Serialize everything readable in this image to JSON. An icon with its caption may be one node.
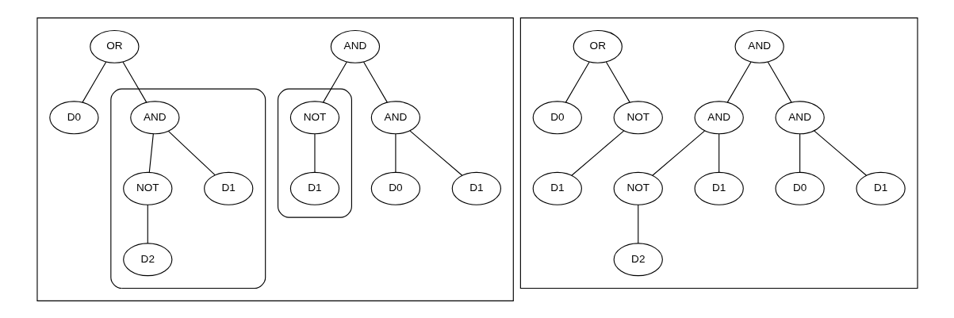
{
  "diagram": {
    "nodes": [
      {
        "text": [],
        "shape": "box"
      },
      {
        "text": [
          "AND"
        ],
        "in": 0
      },
      {
        "text": [
          "OR"
        ],
        "in": 0
      },
      {
        "text": [],
        "shape": "polygon",
        "in": 0
      },
      {
        "text": [
          "NOT"
        ],
        "in": 3
      },
      {
        "text": [
          "AND"
        ],
        "in": 0
      },
      {
        "text": [
          "D0"
        ],
        "in": 0
      },
      {
        "text": [],
        "shape": "polygon",
        "in": 0
      },
      {
        "text": [
          "AND"
        ],
        "in": 7
      },
      {
        "text": [
          "D1"
        ],
        "in": 3
      },
      {
        "text": [
          "D0"
        ],
        "in": 0
      },
      {
        "text": [
          "D1"
        ],
        "in": 0
      },
      {
        "text": [
          "NOT"
        ],
        "in": 7
      },
      {
        "text": [
          "D1"
        ],
        "in": 7
      },
      {
        "text": [
          "D2"
        ],
        "in": 7
      },
      {
        "text": [],
        "shape": "box"
      },
      {
        "text": [
          "AND"
        ],
        "in": 15
      },
      {
        "text": [
          "OR"
        ],
        "in": 15
      },
      {
        "text": [
          "AND"
        ],
        "in": 15
      },
      {
        "text": [
          "AND"
        ],
        "in": 15
      },
      {
        "text": [
          "D0"
        ],
        "in": 15
      },
      {
        "text": [
          "NOT"
        ],
        "in": 15
      },
      {
        "text": [
          "NOT"
        ],
        "in": 15
      },
      {
        "text": [
          "D1"
        ],
        "in": 15
      },
      {
        "text": [
          "D0"
        ],
        "in": 15
      },
      {
        "text": [
          "D1"
        ],
        "in": 15
      },
      {
        "text": [
          "D1"
        ],
        "in": 15
      },
      {
        "text": [
          "D2"
        ],
        "in": 15
      }
    ],
    "edges": [
      {
        "from": 1,
        "to": 4,
        "arrow": "none"
      },
      {
        "from": 1,
        "to": 5,
        "arrow": "none"
      },
      {
        "from": 4,
        "to": 9,
        "arrow": "none"
      },
      {
        "from": 5,
        "to": 10,
        "arrow": "none"
      },
      {
        "from": 5,
        "to": 11,
        "arrow": "none"
      },
      {
        "from": 2,
        "to": 6,
        "arrow": "none"
      },
      {
        "from": 2,
        "to": 8,
        "arrow": "none"
      },
      {
        "from": 8,
        "to": 12,
        "arrow": "none"
      },
      {
        "from": 8,
        "to": 13,
        "arrow": "none"
      },
      {
        "from": 12,
        "to": 14,
        "arrow": "none"
      },
      {
        "from": 16,
        "to": 18,
        "arrow": "none"
      },
      {
        "from": 16,
        "to": 19,
        "arrow": "none"
      },
      {
        "from": 18,
        "to": 22,
        "arrow": "none"
      },
      {
        "from": 18,
        "to": 23,
        "arrow": "none"
      },
      {
        "from": 19,
        "to": 24,
        "arrow": "none"
      },
      {
        "from": 19,
        "to": 25,
        "arrow": "none"
      },
      {
        "from": 17,
        "to": 20,
        "arrow": "none"
      },
      {
        "from": 17,
        "to": 21,
        "arrow": "none"
      },
      {
        "from": 21,
        "to": 26,
        "arrow": "none"
      },
      {
        "from": 22,
        "to": 27,
        "arrow": "none"
      }
    ]
  }
}
